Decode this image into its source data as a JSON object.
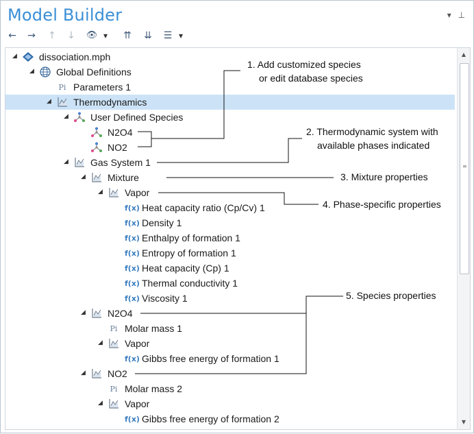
{
  "title": "Model Builder",
  "title_tools": {
    "dropdown": "▾",
    "pin": "⊥"
  },
  "toolbar": {
    "back": "←",
    "forward": "→",
    "up": "↑",
    "down": "↓",
    "eye": "👁",
    "dropdown": "▾",
    "expand": "⇈",
    "collapse": "⇊",
    "list": "☰"
  },
  "tree": [
    {
      "label": "dissociation.mph",
      "icon": "model-icon",
      "level": 0,
      "toggle": "◢"
    },
    {
      "label": "Global Definitions",
      "icon": "globe-icon",
      "level": 1,
      "toggle": "◢"
    },
    {
      "label": "Parameters 1",
      "icon": "pi-icon",
      "level": 2,
      "toggle": ""
    },
    {
      "label": "Thermodynamics",
      "icon": "thermo-icon",
      "level": 2,
      "toggle": "◢",
      "selected": true
    },
    {
      "label": "User Defined Species",
      "icon": "species-icon",
      "level": 3,
      "toggle": "◢"
    },
    {
      "label": "N2O4",
      "icon": "species-icon",
      "level": 4,
      "toggle": ""
    },
    {
      "label": "NO2",
      "icon": "species-icon",
      "level": 4,
      "toggle": ""
    },
    {
      "label": "Gas System 1",
      "icon": "thermo-icon",
      "level": 3,
      "toggle": "◢"
    },
    {
      "label": "Mixture",
      "icon": "thermo-icon",
      "level": 4,
      "toggle": "◢"
    },
    {
      "label": "Vapor",
      "icon": "thermo-icon",
      "level": 5,
      "toggle": "◢"
    },
    {
      "label": "Heat capacity ratio (Cp/Cv) 1",
      "icon": "fx-icon",
      "level": 6,
      "toggle": ""
    },
    {
      "label": "Density 1",
      "icon": "fx-icon",
      "level": 6,
      "toggle": ""
    },
    {
      "label": "Enthalpy of formation 1",
      "icon": "fx-icon",
      "level": 6,
      "toggle": ""
    },
    {
      "label": "Entropy of formation 1",
      "icon": "fx-icon",
      "level": 6,
      "toggle": ""
    },
    {
      "label": "Heat capacity (Cp) 1",
      "icon": "fx-icon",
      "level": 6,
      "toggle": ""
    },
    {
      "label": "Thermal conductivity 1",
      "icon": "fx-icon",
      "level": 6,
      "toggle": ""
    },
    {
      "label": "Viscosity 1",
      "icon": "fx-icon",
      "level": 6,
      "toggle": ""
    },
    {
      "label": "N2O4",
      "icon": "thermo-icon",
      "level": 4,
      "toggle": "◢"
    },
    {
      "label": "Molar mass 1",
      "icon": "pi-icon",
      "level": 5,
      "toggle": ""
    },
    {
      "label": "Vapor",
      "icon": "thermo-icon",
      "level": 5,
      "toggle": "◢"
    },
    {
      "label": "Gibbs free energy of formation 1",
      "icon": "fx-icon",
      "level": 6,
      "toggle": ""
    },
    {
      "label": "NO2",
      "icon": "thermo-icon",
      "level": 4,
      "toggle": "◢"
    },
    {
      "label": "Molar mass 2",
      "icon": "pi-icon",
      "level": 5,
      "toggle": ""
    },
    {
      "label": "Vapor",
      "icon": "thermo-icon",
      "level": 5,
      "toggle": "◢"
    },
    {
      "label": "Gibbs free energy of formation 2",
      "icon": "fx-icon",
      "level": 6,
      "toggle": ""
    }
  ],
  "icon_glyphs": {
    "fx": "f(x)",
    "pi": "Pi"
  },
  "annotations": {
    "a1_line1": "1. Add customized species",
    "a1_line2": "or edit database species",
    "a2_line1": "2. Thermodynamic system with",
    "a2_line2": "available phases indicated",
    "a3": "3. Mixture properties",
    "a4": "4. Phase-specific properties",
    "a5": "5. Species properties"
  },
  "colors": {
    "title": "#3a8fd6",
    "selection": "#cce3f7",
    "fx": "#3a7ec0"
  }
}
